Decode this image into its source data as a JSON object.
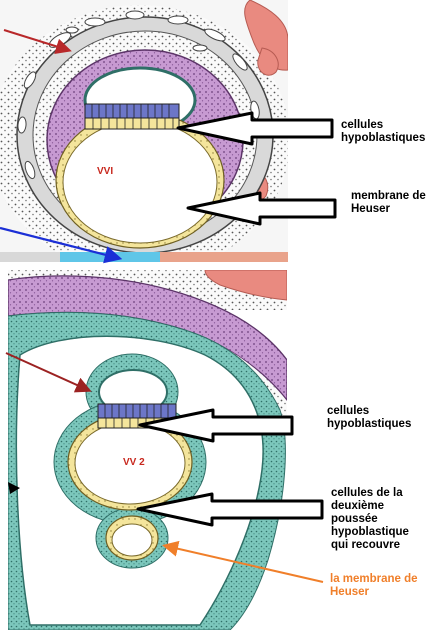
{
  "top_panel": {
    "cavity_label": "VVI",
    "labels": {
      "hypoblast_line1": "cellules",
      "hypoblast_line2": "hypoblastiques",
      "heuser_line1": "membrane de",
      "heuser_line2": "Heuser"
    }
  },
  "bottom_panel": {
    "cavity_label": "VV 2",
    "labels": {
      "hypoblast_line1": "cellules",
      "hypoblast_line2": "hypoblastiques",
      "second_line1": "cellules de la",
      "second_line2": "deuxième",
      "second_line3": "poussée",
      "second_line4": "hypoblastique",
      "second_line5": "qui recouvre",
      "heuser_line1": "la membrane de",
      "heuser_line2": "Heuser"
    }
  },
  "colors": {
    "background": "#ffffff",
    "trophoblast_purple": "#c79ad2",
    "epiblast_blue": "#6c76c8",
    "hypoblast_yellow": "#f4e59c",
    "extraembryonic_teal": "#7cc7bc",
    "blood_lacunae_red": "#e98a80",
    "arrow_red": "#b8282a",
    "arrow_blue": "#1b2fd6",
    "arrow_dark_red": "#9c2222",
    "arrow_orange": "#f07f2a",
    "orange_label": "#f07f2a",
    "inset_label": "#c8281e"
  },
  "icons": [
    "red-arrow",
    "blue-arrow",
    "dark-red-arrow",
    "orange-arrow",
    "outline-arrow"
  ]
}
